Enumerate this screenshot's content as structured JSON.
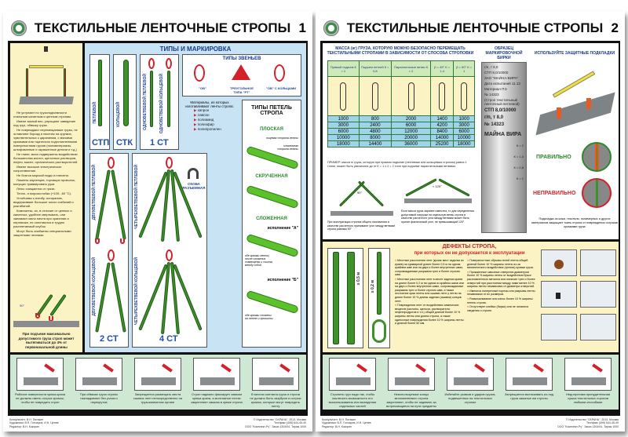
{
  "poster1": {
    "title": "ТЕКСТИЛЬНЫЕ ЛЕНТОЧНЫЕ СТРОПЫ",
    "number": "1",
    "advantages": [
      "Не уступают по грузоподъемности стальным канатным и цепным стропам.",
      "Имеют малый вес, упрощают заведение под груз, обвязку груза.",
      "Не повреждают перемещаемые грузы, не оставляют борозд и насечек на хрупких, чувствительных к царапинам, с мягкими кромками или тщательно подготовленными поверхностями грузов (полиматериалы, шлифованные и окрашенные детали и т.д.)",
      "Не гниют, мало подвержены воздействию большинства кислот, щелочных растворов, нефти, масел, органических растворителей.",
      "Имеют высокое электрическое сопротивление.",
      "Не боятся морской воды и плесени.",
      "Лишены заусенцев, торчащих проволок, могущих травмировать руки.",
      "Легко очищаются от грязи.",
      "Тепло- и морозостойки (+100; -60 °С).",
      "Устойчивы к изгибу, истиранию, выдерживают большое число сгибаний и разгибаний.",
      "Компактны, их, в отличие от цепных и канатных, удобнее свертывать, они занимают мало места при хранении и перевозке, не сплетаются в трудно расплетаемый клубок.",
      "Могут быть снабжены специальными защитными чехлами."
    ],
    "angle_label": "90°",
    "stretch_note": "При подъеме максимально допустимого груза строп может вытягиваться до 4% от первоначальной длины",
    "types": {
      "heading": "ТИПЫ И МАРКИРОВКА",
      "stp": {
        "vertical": "ПЕТЛЕВОЙ",
        "code": "СТП"
      },
      "stk": {
        "vertical": "КОЛЬЦЕВОЙ",
        "code": "СТК"
      },
      "st1": {
        "vertical_a": "ОДНОВЕТВЕВОЙ ПЕТЛЕВОЙ",
        "vertical_b": "ОДНОВЕТВЕВОЙ КОЛЬЦЕВОЙ",
        "code": "1 СТ"
      },
      "links": {
        "heading": "ТИПЫ ЗВЕНЬЕВ",
        "items": [
          "\"ОВ\"",
          "ТРЕУГОЛЬНОЕ ТИПА \"РТ\"",
          "\"ОВ\" С КОЛЬЦАМИ"
        ]
      },
      "materials": {
        "heading": "Материалы, из которых изготавливают ленты стропа:",
        "items": [
          "капрон",
          "лавсан",
          "полиамид",
          "полиэфир",
          "полипропилен"
        ]
      },
      "st2": {
        "vertical_a": "ДВУХВЕТВЕВОЙ ПЕТЛЕВОЙ",
        "vertical_b": "ДВУХВЕТВЕВОЙ КОЛЬЦЕВОЙ",
        "code": "2 СТ"
      },
      "st4": {
        "vertical_a": "ЧЕТЫРЕХВЕТВЕВОЙ ПЕТЛЕВОЙ",
        "vertical_b": "ЧЕТЫРЕХВЕТВЕВОЙ КОЛЬЦЕВОЙ",
        "code": "4 СТ",
        "shackle": "СКОБА РАЗЪЕМНАЯ"
      },
      "loops": {
        "heading": "ТИПЫ ПЕТЕЛЬ СТРОПА",
        "flat": "ПЛОСКАЯ",
        "twisted": "СКРУЧЕННАЯ",
        "folded": "СЛОЖЕННАЯ",
        "version_a": "исполнение \"А\"",
        "version_b": "исполнение \"Б\"",
        "face_side": "лицевая сторона ленты",
        "inner_side": "изнаночная сторона ленты",
        "note_a": "обе кромки ленты после сложения совмещены и сшиты между собой",
        "note_b": "обе кромки сложены на ленте и прошиты"
      }
    },
    "rules": [
      "Рабочие поверхности крюка крана не должны иметь острых кромок, чтобы не повредить строп",
      "При обвязке груза стропы накладывают без узлов и перекрутов",
      "Запрещается размещать места сшивок лент непосредственно на грузозахватном органе",
      "Строп надежно фиксирует замком крюка крана, а монтажное петлю закрепляют замком в крюке стропа",
      "В местах контакта груза и стропа не должно быть зазубрин и острых кромок, которые могут повредить ленту"
    ],
    "footer_left": "Консультант: В.Н. Пятакин\nХудожники: В.П. Гончаров, И.Н. Ценев\nРедактор: В.Н. Кокорин",
    "footer_right": "© Издательство \"ОХРАНА\", 2013, Москва\nТел/факс (495) 644-45-49\nООО \"Комплект-Ру\". Заказ 1304/04. Тираж 1000"
  },
  "poster2": {
    "title": "ТЕКСТИЛЬНЫЕ ЛЕНТОЧНЫЕ СТРОПЫ",
    "number": "2",
    "load_table": {
      "heading": "МАССА (кг) ГРУЗА, КОТОРУЮ МОЖНО БЕЗОПАСНО ПЕРЕМЕЩАТЬ ТЕКСТИЛЬНЫМИ СТРОПАМИ В ЗАВИСИМОСТИ ОТ СПОСОБА СТРОПОВКИ",
      "columns": [
        "Прямой подъем К = 1",
        "Подъем петлей К = 0,8",
        "Параллельные ветви К = 2",
        "β = 45° К = 1,4",
        "β = 60° К = 1"
      ],
      "rows": [
        [
          "1000",
          "800",
          "2000",
          "1400",
          "1000"
        ],
        [
          "3000",
          "2400",
          "6000",
          "4200",
          "3000"
        ],
        [
          "6000",
          "4800",
          "12000",
          "8400",
          "6000"
        ],
        [
          "10000",
          "8000",
          "20000",
          "14000",
          "10000"
        ],
        [
          "18000",
          "14400",
          "36000",
          "25200",
          "18000"
        ]
      ],
      "example": "ПРИМЕР: масса m груза, которую при прямом подъеме (петлевым или кольцевым стропом) равна 1 тонне, может быть увеличена до m·K = 1 х 2 = 2 тонн при подъеме параллельными ветвями."
    },
    "angles": {
      "a1": "90°",
      "a2": "< 120°",
      "note1": "При эксплуатации стропов общего назначения в качестве расчетного принимают угол между ветвями стропа равным 90°",
      "note2": "Если масса груза заранее известна, то для определения допустимой нагрузки на отдельную ветвь стропа в качестве расчетного угла между ветвями может быть принят фактический угол, не превышающий 120°"
    },
    "tag": {
      "heading": "ОБРАЗЕЦ МАРКИРОВОЧНОЙ БИРКИ",
      "lines": [
        "г/п, т 8,0",
        "СТП 8,0/10000",
        "ЗАО \"МАЙНА-ВИРА\"",
        "Дата испытаний 11.13",
        "Материал ПЭ",
        "№ 14323",
        "(Строп текстильный ленточный петлевой)"
      ],
      "big_lines": [
        "СТП 8,0/10000",
        "г/п, т 8,0",
        "№ 14323"
      ],
      "brand": "МАЙНА ВИРА",
      "k_values": [
        "К = 2",
        "К = 1,4",
        "К = 0,8",
        "К = 1"
      ]
    },
    "pads": {
      "heading": "ИСПОЛЬЗУЙТЕ ЗАЩИТНЫЕ ПОДКЛАДКИ",
      "correct": "ПРАВИЛЬНО",
      "wrong": "НЕПРАВИЛЬНО",
      "note": "Подкладка из кожи, текстиля, полимерных и других материалов защищает ткань стропа от повреждения острыми кромками груза"
    },
    "defects": {
      "heading": "ДЕФЕКТЫ СТРОПА,",
      "subheading": "при которых он не допускается к эксплуатации",
      "size_labels": [
        "≥ 0,5 м",
        "≥ 0,2 м"
      ],
      "items": [
        "Местные расслоения лент (кроме мест заделки их краев) на суммарной длине более 0,5 м на одном крайнем шве или на двух и более внутренних швах, сопровождаемые разрывом трех и более строчек шва.",
        "Местные расслоения лент в месте заделки краев на длине более 0,2 м на одном из крайних швов или на двух и более внутренних швах, сопровождаемые разрывом трех и более строчек шва, а также отслоение края ленты или сшивки лент у петли на длине более 10 % длины заделки (сшивки) концов лент.",
        "Повреждения лент от воздействия химических веществ (кислоты, щелочи, растворителя, нефтепродуктов и т.п.) общей длиной более 10 % ширины ленты или длины стропа, а также одиночные повреждения более 10 % ширины ленты и длиной более 50 мм.",
        "Поверхностные обрывы нитей ленты общей длиной более 10 % ширины ленты из-за механического воздействия (трения) кромки груза.",
        "Прожженные сквозные отверстия диаметром более 10 % ширины ленты от воздействия брызг расплавленного металла или наличие трех и более отверстий при расстоянии между ними менее 10 % ширины ленты независимо от диаметра отверстий.",
        "Имеются поперечные порезы или разрывы ленты независимо от их размеров.",
        "Размочаливание или износ более 10 % ширины петель стропа.",
        "Отсутствует клеймо (бирка) или не читаются сведения о стропе."
      ]
    },
    "rules": [
      "Стропить груз надо так, чтобы исключить возможность его выскальзывания или выпадения отдельных частей",
      "Неиспользуемые концы многоветвевого стропа закрепляют, чтобы не задевать за встречающиеся на пути предметы",
      "Избегайте рывков и ударов грузов, подвешенных на текстильных стропах",
      "Запрещается вытаскивать из-под груза зажатые им стропы",
      "Недопустима принудительная сушка текстильных стропов любыми способами"
    ],
    "footer_left": "Консультант: В.Н. Пятакин\nХудожники: В.П. Гончаров, И.Н. Ценев\nРедактор: В.Н. Кокорин",
    "footer_right": "© Издательство \"ОХРАНА\", 2013, Москва\nТел/факс (495) 644-45-49\nООО \"Комплект-Ру\". Заказ 1304/04. Тираж 1000"
  },
  "colors": {
    "green_strap": "#3f8f2a",
    "hook_red": "#d3202a",
    "heading_blue": "#1d3f96",
    "panel_blue": "#c7e3f4",
    "panel_yellow": "#fbf3c4",
    "panel_green": "#cfe8d3"
  }
}
